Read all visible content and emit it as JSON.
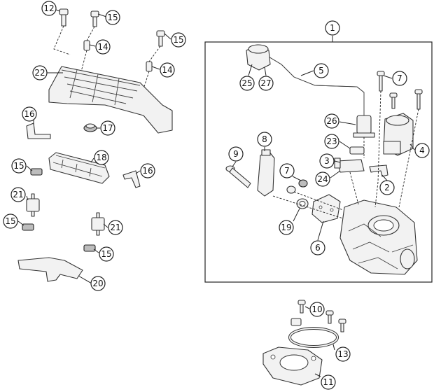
{
  "callouts": [
    {
      "id": "c12a",
      "label": "12"
    },
    {
      "id": "c15a",
      "label": "15"
    },
    {
      "id": "c14a",
      "label": "14"
    },
    {
      "id": "c15b",
      "label": "15"
    },
    {
      "id": "c14b",
      "label": "14"
    },
    {
      "id": "c22",
      "label": "22"
    },
    {
      "id": "c16a",
      "label": "16"
    },
    {
      "id": "c17",
      "label": "17"
    },
    {
      "id": "c18",
      "label": "18"
    },
    {
      "id": "c15c",
      "label": "15"
    },
    {
      "id": "c16b",
      "label": "16"
    },
    {
      "id": "c21a",
      "label": "21"
    },
    {
      "id": "c15d",
      "label": "15"
    },
    {
      "id": "c21b",
      "label": "21"
    },
    {
      "id": "c15e",
      "label": "15"
    },
    {
      "id": "c20",
      "label": "20"
    },
    {
      "id": "c1",
      "label": "1"
    },
    {
      "id": "c25",
      "label": "25"
    },
    {
      "id": "c27",
      "label": "27"
    },
    {
      "id": "c5",
      "label": "5"
    },
    {
      "id": "c7a",
      "label": "7"
    },
    {
      "id": "c26",
      "label": "26"
    },
    {
      "id": "c4",
      "label": "4"
    },
    {
      "id": "c8",
      "label": "8"
    },
    {
      "id": "c23",
      "label": "23"
    },
    {
      "id": "c3",
      "label": "3"
    },
    {
      "id": "c9",
      "label": "9"
    },
    {
      "id": "c7b",
      "label": "7"
    },
    {
      "id": "c24",
      "label": "24"
    },
    {
      "id": "c2",
      "label": "2"
    },
    {
      "id": "c19",
      "label": "19"
    },
    {
      "id": "c6",
      "label": "6"
    },
    {
      "id": "c10",
      "label": "10"
    },
    {
      "id": "c13",
      "label": "13"
    },
    {
      "id": "c11",
      "label": "11"
    }
  ]
}
